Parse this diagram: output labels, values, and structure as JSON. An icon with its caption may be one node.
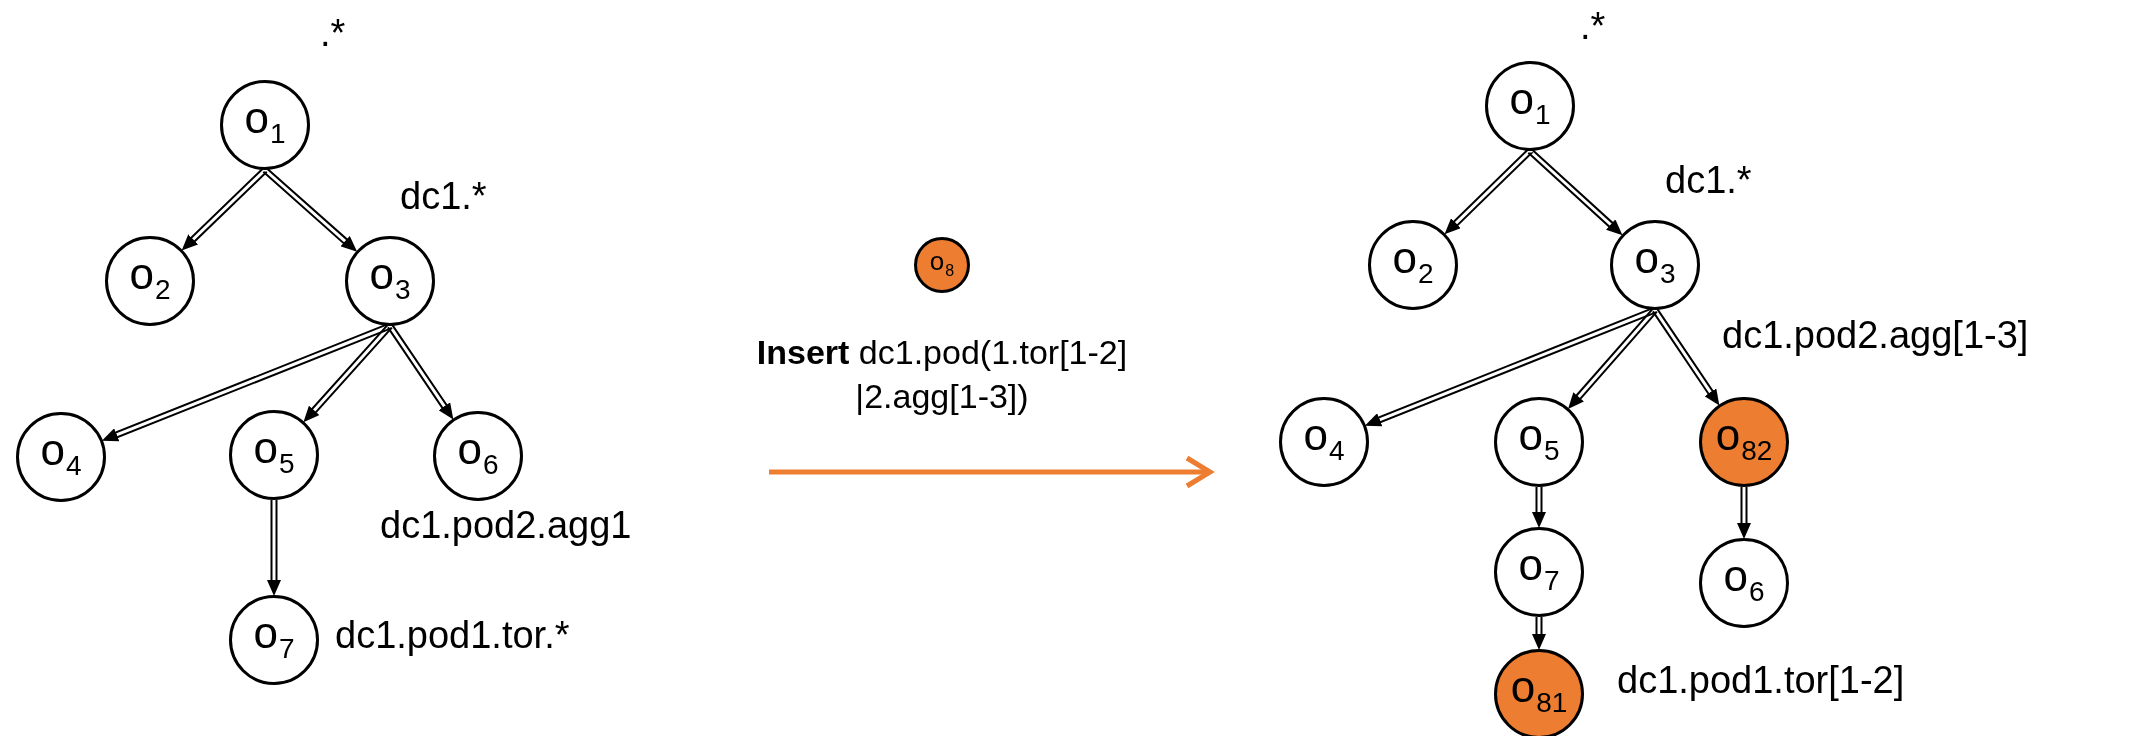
{
  "diagram": {
    "nodes": [
      {
        "text": [
          "o$_{1}$"
        ],
        "beside": [
          ".*"
        ]
      },
      {
        "text": [
          "o$_{2}$"
        ]
      },
      {
        "text": [
          "o$_{3}$"
        ],
        "beside": [
          "dc1.*"
        ]
      },
      {
        "text": [
          "o$_{4}$"
        ]
      },
      {
        "text": [
          "o$_{5}$"
        ]
      },
      {
        "text": [
          "o$_{6}$"
        ],
        "beside": [
          "dc1.pod2.agg1"
        ]
      },
      {
        "text": [
          "o$_{7}$"
        ],
        "beside": [
          "dc1.pod1.tor.*"
        ]
      },
      {
        "text": [
          "o$_{8}$"
        ]
      },
      {
        "text": [
          "o$_{1}$"
        ],
        "beside": [
          ".*"
        ]
      },
      {
        "text": [
          "o$_{2}$"
        ]
      },
      {
        "text": [
          "o$_{3}$"
        ],
        "beside": [
          "dc1.*"
        ]
      },
      {
        "text": [
          "o$_{4}$"
        ]
      },
      {
        "text": [
          "o$_{5}$"
        ]
      },
      {
        "text": [
          "o$_{82}$"
        ],
        "beside": [
          "dc1.pod2.agg[1-3]"
        ]
      },
      {
        "text": [
          "o$_{7}$"
        ]
      },
      {
        "text": [
          "o$_{6}$"
        ]
      },
      {
        "text": [
          "o$_{81}$"
        ],
        "beside": [
          "dc1.pod1.tor[1-2]"
        ]
      }
    ],
    "edges": [
      {
        "from": 0,
        "to": 1,
        "arrow": "to"
      },
      {
        "from": 0,
        "to": 2,
        "arrow": "to"
      },
      {
        "from": 2,
        "to": 3,
        "arrow": "to"
      },
      {
        "from": 2,
        "to": 4,
        "arrow": "to"
      },
      {
        "from": 2,
        "to": 5,
        "arrow": "to"
      },
      {
        "from": 4,
        "to": 6,
        "arrow": "to"
      },
      {
        "from": 8,
        "to": 9,
        "arrow": "to"
      },
      {
        "from": 8,
        "to": 10,
        "arrow": "to"
      },
      {
        "from": 10,
        "to": 11,
        "arrow": "to"
      },
      {
        "from": 10,
        "to": 12,
        "arrow": "to"
      },
      {
        "from": 10,
        "to": 13,
        "arrow": "to"
      },
      {
        "from": 12,
        "to": 14,
        "arrow": "to"
      },
      {
        "from": 13,
        "to": 15,
        "arrow": "to"
      },
      {
        "from": 14,
        "to": 16,
        "arrow": "to"
      }
    ],
    "labels": [
      "**Insert** dc1.pod(1.tor[1-2] |2.agg[1-3])"
    ]
  }
}
